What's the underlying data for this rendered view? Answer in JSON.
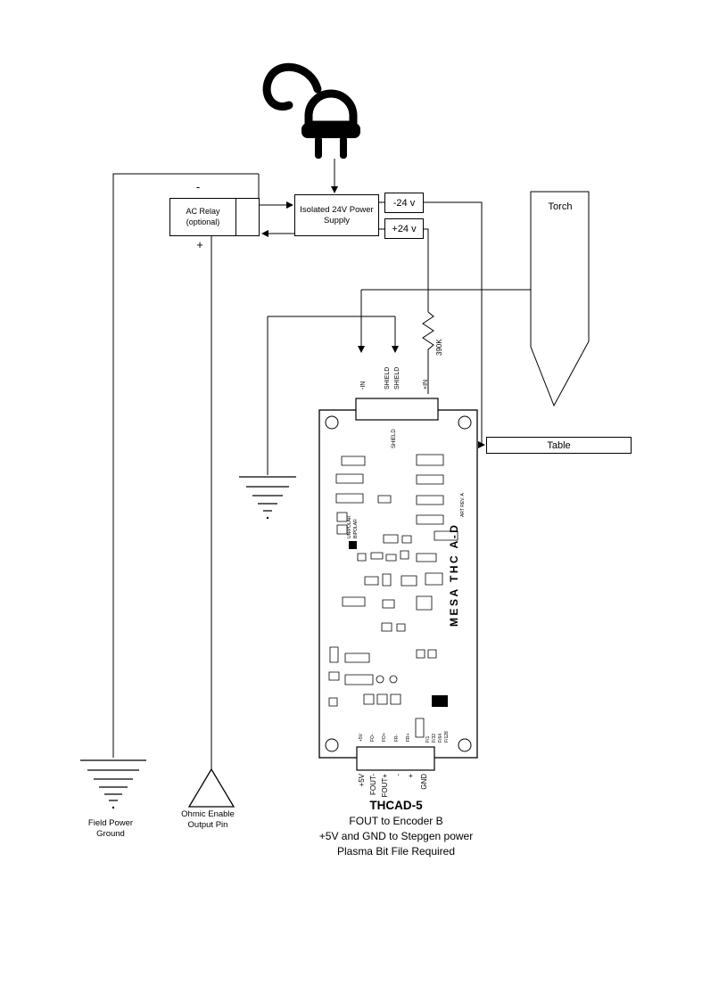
{
  "diagram": {
    "relay": {
      "label": "AC Relay\n(optional)",
      "minus": "-",
      "plus": "+"
    },
    "supply": {
      "label": "Isolated 24V Power\nSupply",
      "neg": "-24 v",
      "pos": "+24 v"
    },
    "torch": "Torch",
    "table": "Table",
    "resistor": "390K",
    "board_inputs": {
      "neg_in": "-IN",
      "shield1": "SHIELD",
      "shield2": "SHIELD",
      "pos_in": "+IN"
    },
    "grounds": {
      "field": "Field Power\nGround",
      "ohmic": "Ohmic Enable\nOutput Pin"
    },
    "board": {
      "shield_silk": "SHIELD",
      "unipolar": "UNIPOLAR",
      "bipolar": "BIPOLAR",
      "brand": "MESA THC A-D",
      "rev": "ART REV. A",
      "freq": [
        "F/1",
        "F/32",
        "F/64",
        "F/128"
      ],
      "silk_pins": [
        "+5V",
        "FO-",
        "FO+",
        "FR-",
        "FR+"
      ],
      "pins": [
        "+5V",
        "FOUT-",
        "FOUT+",
        "-",
        "+",
        "GND"
      ]
    },
    "caption": {
      "title": "THCAD-5",
      "lines": [
        "FOUT to  Encoder B",
        "+5V and GND to Stepgen power",
        "Plasma Bit File Required"
      ]
    }
  }
}
